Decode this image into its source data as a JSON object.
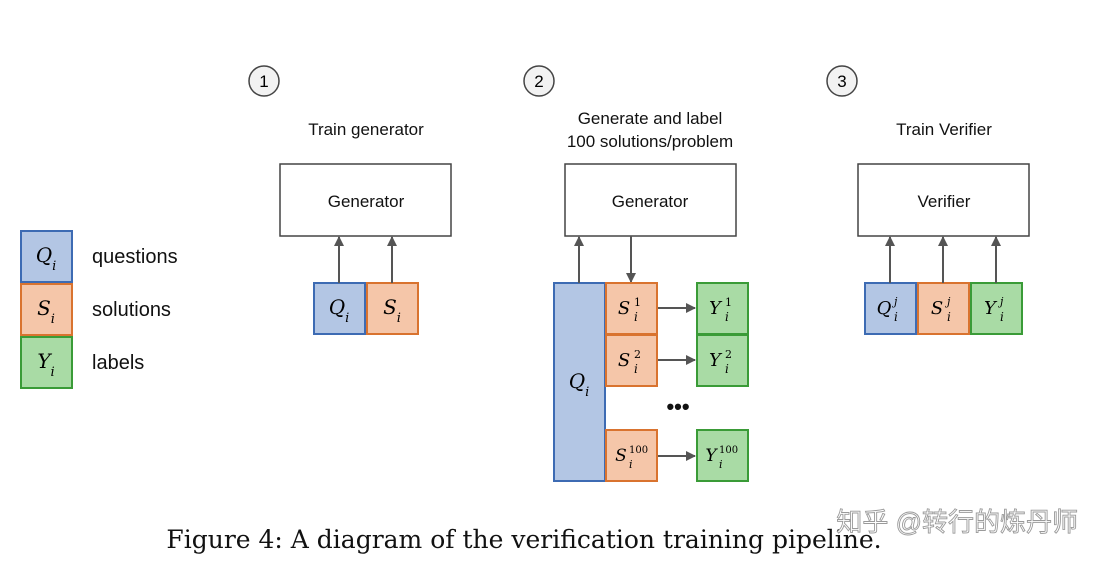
{
  "steps": [
    "1",
    "2",
    "3"
  ],
  "legend": [
    {
      "sym": "Q",
      "sub": "i",
      "text": "questions",
      "fill": "#b3c6e4",
      "stroke": "#3d6bb3"
    },
    {
      "sym": "S",
      "sub": "i",
      "text": "solutions",
      "fill": "#f5c6a9",
      "stroke": "#d9732f"
    },
    {
      "sym": "Y",
      "sub": "i",
      "text": "labels",
      "fill": "#a9dba5",
      "stroke": "#3a9b37"
    }
  ],
  "stage1": {
    "title": "Train generator",
    "box": "Generator",
    "q": {
      "sym": "Q",
      "sub": "i"
    },
    "s": {
      "sym": "S",
      "sub": "i"
    }
  },
  "stage2": {
    "title_line1": "Generate and label",
    "title_line2": "100 solutions/problem",
    "box": "Generator",
    "q": {
      "sym": "Q",
      "sub": "i"
    },
    "rows": [
      {
        "s": "S",
        "y": "Y",
        "sub": "i",
        "sup": "1"
      },
      {
        "s": "S",
        "y": "Y",
        "sub": "i",
        "sup": "2"
      },
      {
        "s": "S",
        "y": "Y",
        "sub": "i",
        "sup": "100"
      }
    ],
    "ellipsis": "•••"
  },
  "stage3": {
    "title": "Train Verifier",
    "box": "Verifier",
    "items": [
      {
        "sym": "Q",
        "sub": "i",
        "sup": "j"
      },
      {
        "sym": "S",
        "sub": "i",
        "sup": "j"
      },
      {
        "sym": "Y",
        "sub": "i",
        "sup": "j"
      }
    ]
  },
  "caption": "Figure 4: A diagram of the verification training pipeline.",
  "watermark": "知乎 @转行的炼丹师",
  "colors": {
    "q_fill": "#b3c6e4",
    "q_stroke": "#3d6bb3",
    "s_fill": "#f5c6a9",
    "s_stroke": "#d9732f",
    "y_fill": "#a9dba5",
    "y_stroke": "#3a9b37",
    "arrow": "#555555"
  }
}
